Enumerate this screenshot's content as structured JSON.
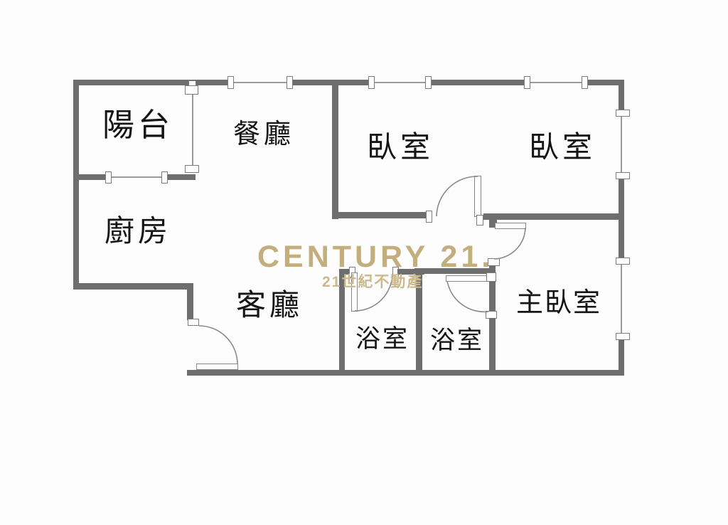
{
  "floorplan": {
    "rooms": [
      {
        "id": "balcony",
        "label": "陽台"
      },
      {
        "id": "kitchen",
        "label": "廚房"
      },
      {
        "id": "dining-room",
        "label": "餐廳"
      },
      {
        "id": "bedroom-1",
        "label": "臥室"
      },
      {
        "id": "bedroom-2",
        "label": "臥室"
      },
      {
        "id": "living-room",
        "label": "客廳"
      },
      {
        "id": "bathroom-1",
        "label": "浴室"
      },
      {
        "id": "bathroom-2",
        "label": "浴室"
      },
      {
        "id": "master-bedroom",
        "label": "主臥室"
      }
    ],
    "watermark": {
      "brand": "CENTURY 21.",
      "subtitle": "21世紀不動產"
    },
    "colors": {
      "wall": "#6e6e6e",
      "background": "#fdfdfd",
      "text": "#151515",
      "brand_gold": "#c3ae7c",
      "brand_gold_sub": "#ccb98d"
    }
  }
}
